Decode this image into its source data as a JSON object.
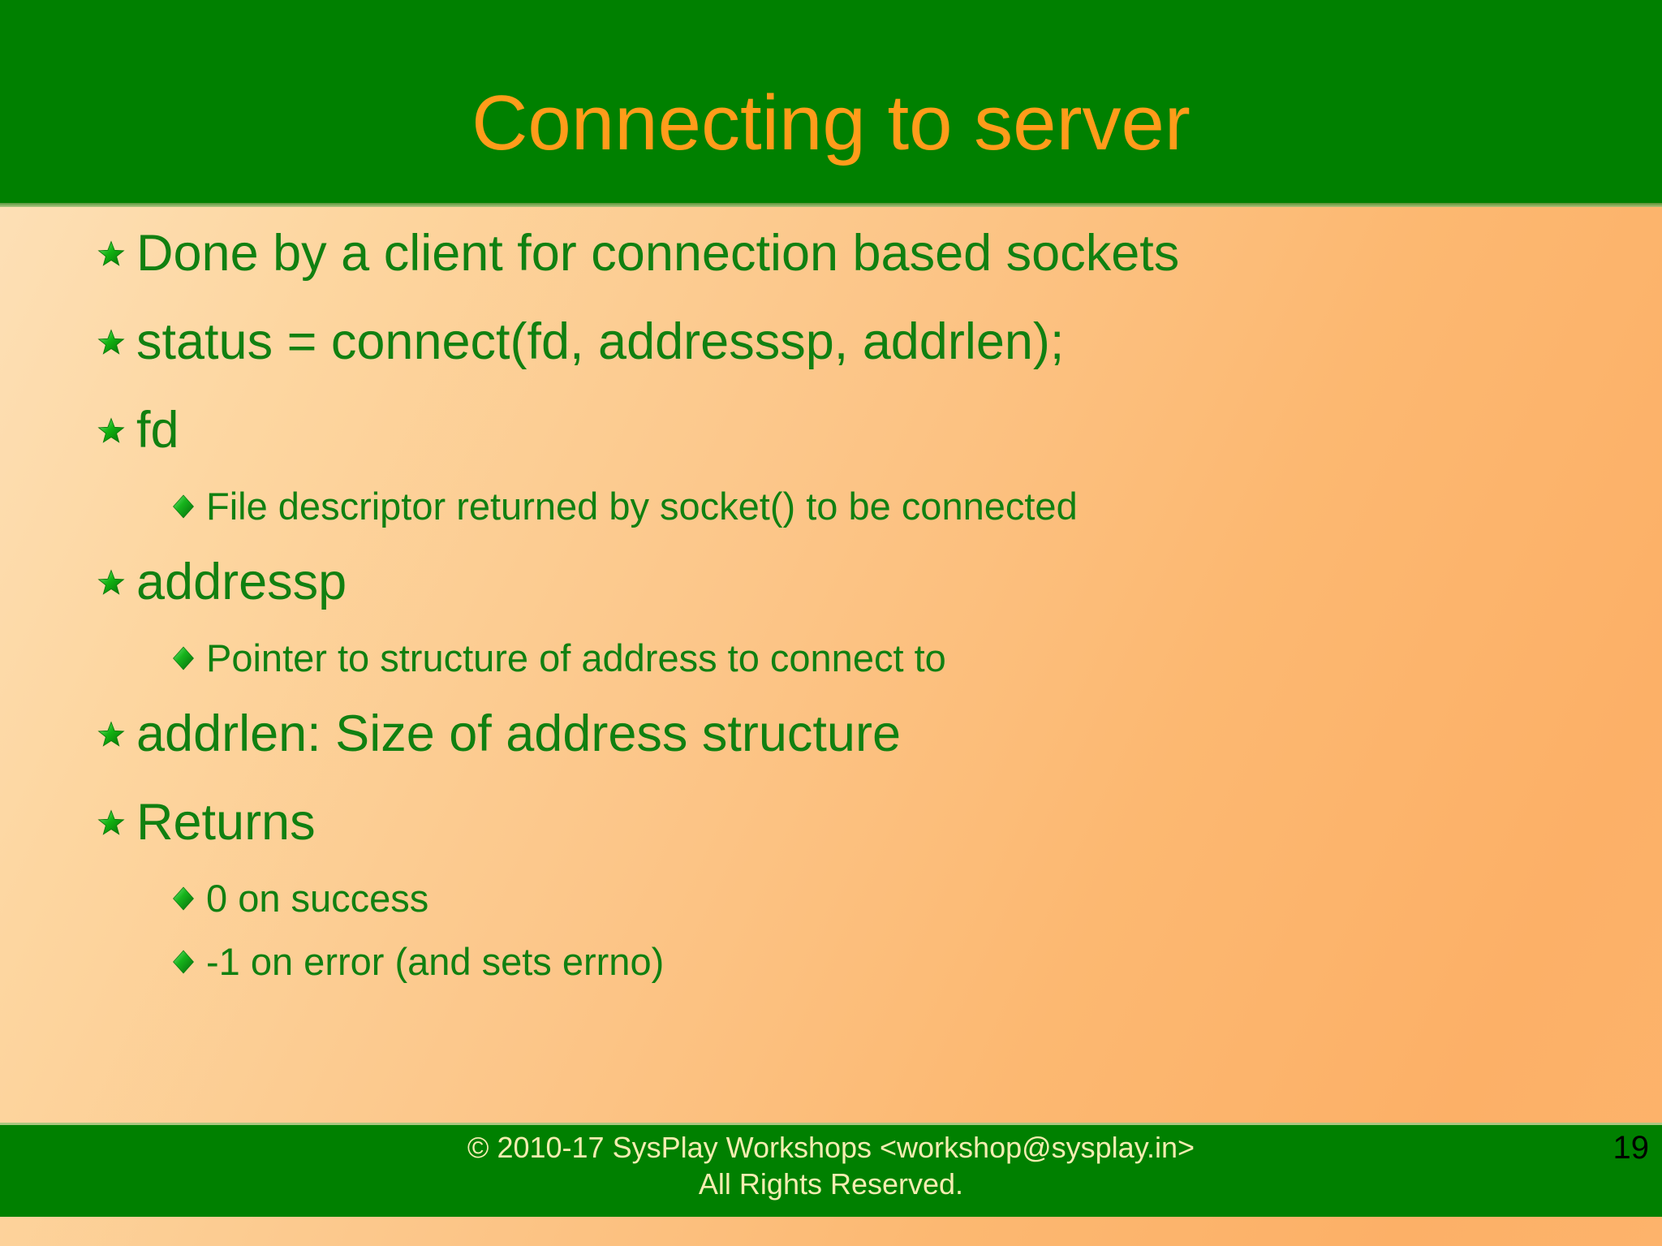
{
  "slide": {
    "title": "Connecting to server",
    "theme": {
      "header_green": "#008000",
      "title_orange": "#ff9c1a",
      "body_text_green": "#118011",
      "bg_light": "#fde2bb",
      "bg_dark": "#fcb067",
      "footer_text_cream": "#f5edb0",
      "page_number_color": "#000000"
    },
    "bullets": [
      {
        "level": 1,
        "marker": "star-bullet-icon",
        "text": "Done by a client for connection based sockets"
      },
      {
        "level": 1,
        "marker": "star-bullet-icon",
        "text": "status = connect(fd, addresssp, addrlen);"
      },
      {
        "level": 1,
        "marker": "star-bullet-icon",
        "text": "fd"
      },
      {
        "level": 2,
        "marker": "diamond-bullet-icon",
        "text": "File descriptor returned by socket() to be connected"
      },
      {
        "level": 1,
        "marker": "star-bullet-icon",
        "text": "addressp"
      },
      {
        "level": 2,
        "marker": "diamond-bullet-icon",
        "text": "Pointer to structure of address to connect to"
      },
      {
        "level": 1,
        "marker": "star-bullet-icon",
        "text": "addrlen: Size of address structure"
      },
      {
        "level": 1,
        "marker": "star-bullet-icon",
        "text": "Returns"
      },
      {
        "level": 2,
        "marker": "diamond-bullet-icon",
        "text": "0 on success"
      },
      {
        "level": 2,
        "marker": "diamond-bullet-icon",
        "text": "-1 on error (and sets errno)"
      }
    ],
    "footer": {
      "line1": "© 2010-17 SysPlay Workshops <workshop@sysplay.in>",
      "line2": "All Rights Reserved."
    },
    "page_number": "19"
  }
}
